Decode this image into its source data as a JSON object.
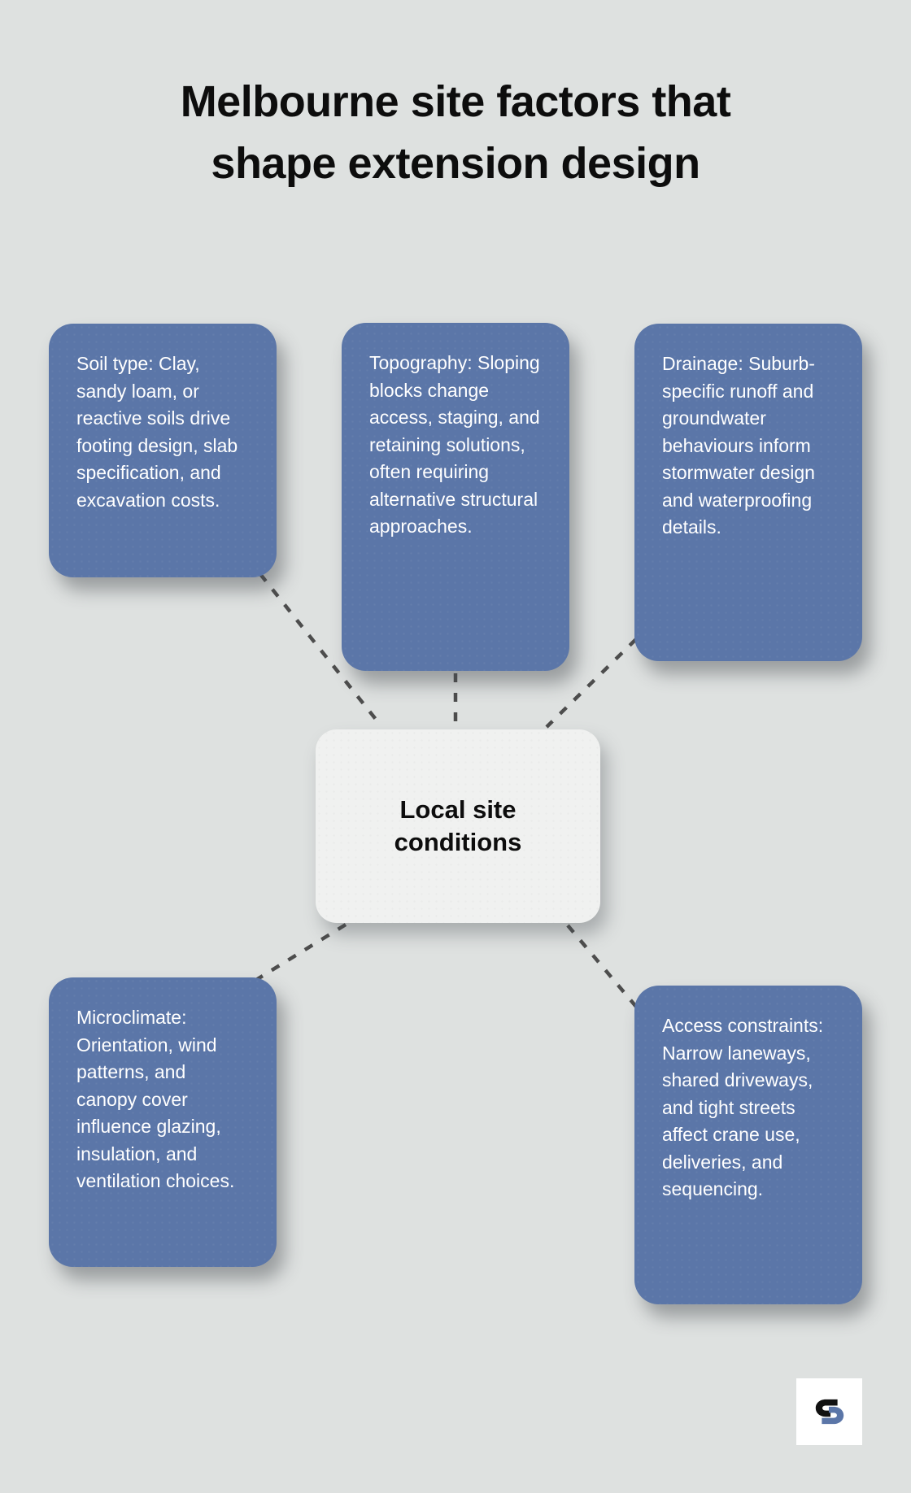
{
  "title": {
    "full": "Melbourne site factors that shape extension design",
    "lines": [
      "Melbourne site factors that",
      "shape extension design"
    ]
  },
  "center": {
    "label": "Local site conditions"
  },
  "nodes": [
    {
      "id": "soil-type",
      "text": "Soil type: Clay, sandy loam, or reactive soils drive footing design, slab specification, and excavation costs."
    },
    {
      "id": "topography",
      "text": "Topography: Sloping blocks change access, staging, and retaining solutions, often requiring alternative structural approaches."
    },
    {
      "id": "drainage",
      "text": "Drainage: Suburb-specific runoff and groundwater behaviours inform stormwater design and waterproofing details."
    },
    {
      "id": "microclimate",
      "text": "Microclimate: Orientation, wind patterns, and canopy cover influence glazing, insulation, and ventilation choices."
    },
    {
      "id": "access-constraints",
      "text": "Access constraints: Narrow laneways, shared driveways, and tight streets affect crane use, deliveries, and sequencing."
    }
  ],
  "icons": {
    "brand_logo": "s-monogram"
  },
  "colors": {
    "background": "#dee1e0",
    "node_fill": "#5b76a8",
    "node_text": "#ffffff",
    "center_fill": "#f0f1f0",
    "title_text": "#0d0d0d",
    "connector": "#4d4d4d",
    "logo_black": "#111111",
    "logo_blue": "#5b76a8"
  }
}
